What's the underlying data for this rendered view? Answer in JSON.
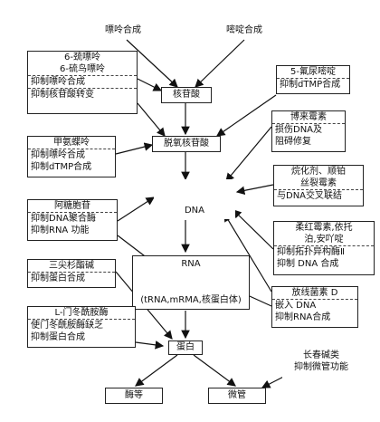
{
  "top": {
    "purine_synthesis": "嘌呤合成",
    "pyrimidine_synthesis": "嘧啶合成"
  },
  "center": {
    "nucleotide": "核苷酸",
    "deoxynucleotide": "脱氧核苷酸",
    "dna": "DNA",
    "rna": "RNA",
    "rna_types": "(tRNA,mRMA,核蛋白体)",
    "protein": "蛋白",
    "enzymes": "酶等",
    "microtubule": "微管"
  },
  "left": {
    "mercaptopurine": {
      "l1": "6-巯嘌呤",
      "l2": "6-硫鸟嘌呤",
      "l3": "抑制嘌呤合成",
      "l4": "抑制核苷酸转变"
    },
    "methotrexate": {
      "l1": "甲氨蝶呤",
      "l2": "抑制嘌呤合成",
      "l3": "抑制dTMP合成"
    },
    "cytarabine": {
      "l1": "阿糖胞苷",
      "l2": "抑制DNA聚合酶",
      "l3": "抑制RNA 功能"
    },
    "homoharringtonine": {
      "l1": "三尖杉酯碱",
      "l2": "抑制蛋白合成"
    },
    "asparaginase": {
      "l1": "L-门冬酰胺酶",
      "l2": "使门冬酰胺酶缺乏",
      "l3": "抑制蛋白合成"
    }
  },
  "right": {
    "fluorouracil": {
      "l1": "5-氟尿嘧啶",
      "l2": "抑制dTMP合成"
    },
    "bleomycin": {
      "l1": "博来霉素",
      "l2": "损伤DNA及",
      "l3": "阻碍修复"
    },
    "alkylating": {
      "l1": "烷化剂、顺铂",
      "l2": "丝裂霉素",
      "l3": "与DNA交叉联结"
    },
    "daunorubicin": {
      "l1": "柔红霉素,依托",
      "l2": "泊,安吖啶",
      "l3": "抑制拓扑异构酶Ⅱ",
      "l4": "抑制 DNA 合成"
    },
    "actinomycin": {
      "l1": "放线菌素 D",
      "l2": "嵌入 DNA",
      "l3": "抑制RNA合成"
    },
    "vinca": {
      "l1": "长春碱类",
      "l2": "抑制微管功能"
    }
  }
}
